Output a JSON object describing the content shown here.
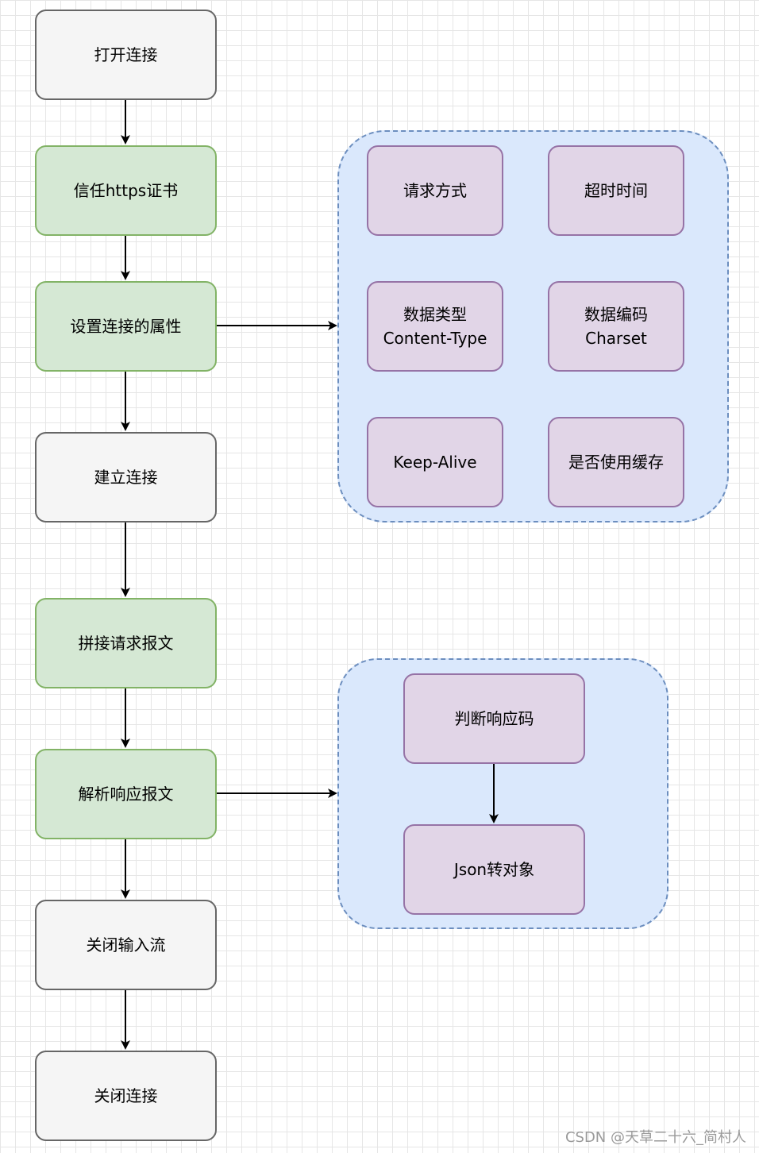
{
  "flow": {
    "open_connection": "打开连接",
    "trust_https_cert": "信任https证书",
    "set_connection_properties": "设置连接的属性",
    "establish_connection": "建立连接",
    "build_request_message": "拼接请求报文",
    "parse_response_message": "解析响应报文",
    "close_input_stream": "关闭输入流",
    "close_connection": "关闭连接"
  },
  "properties_group": {
    "request_method": "请求方式",
    "timeout": "超时时间",
    "data_type_line1": "数据类型",
    "data_type_line2": "Content-Type",
    "data_encoding_line1": "数据编码",
    "data_encoding_line2": "Charset",
    "keep_alive": "Keep-Alive",
    "use_cache": "是否使用缓存"
  },
  "response_group": {
    "check_response_code": "判断响应码",
    "json_to_object": "Json转对象"
  },
  "watermark": "CSDN @天草二十六_简村人",
  "colors": {
    "gray_fill": "#f5f5f5",
    "gray_stroke": "#666666",
    "green_fill": "#d5e8d4",
    "green_stroke": "#82b366",
    "purple_fill": "#e1d5e7",
    "purple_stroke": "#9673a6",
    "group_fill": "#dae8fc",
    "group_stroke": "#6c8ebf"
  }
}
